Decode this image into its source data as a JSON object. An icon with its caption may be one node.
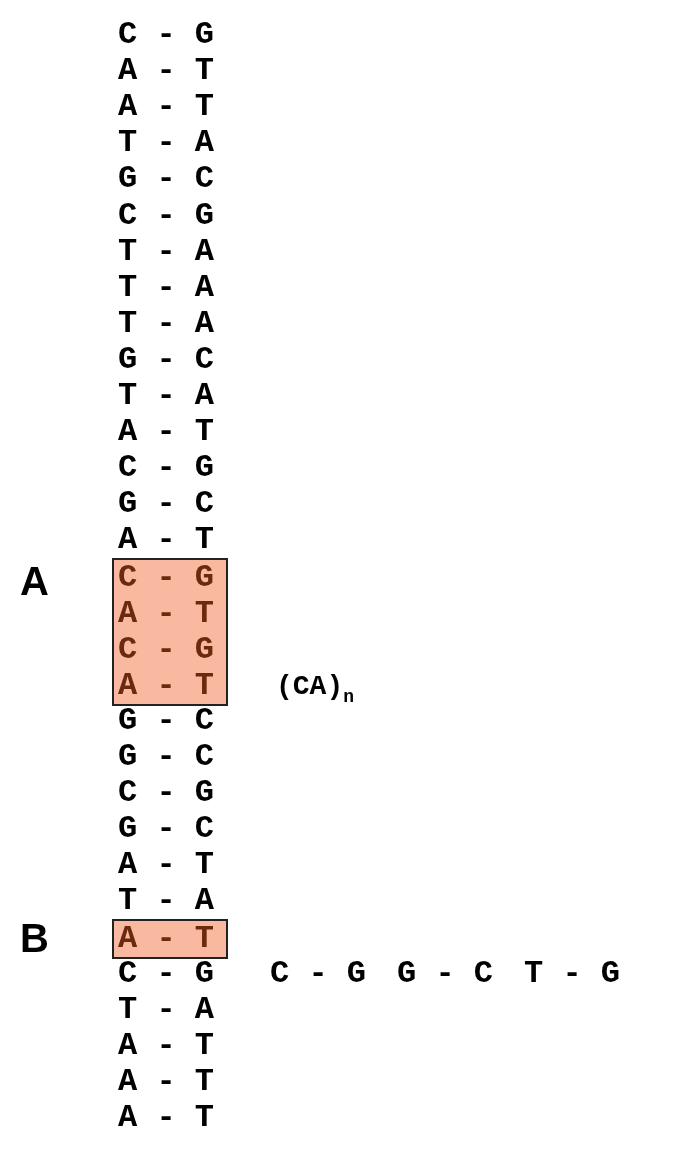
{
  "diagram": {
    "nodes": [
      {
        "text": [
          "C - G",
          "A - T",
          "C - G",
          "A - T"
        ],
        "beside": [
          "A",
          "(CA)$_{n}$"
        ]
      },
      {
        "text": [
          "A - T"
        ],
        "beside": [
          "B"
        ]
      }
    ],
    "labels": [
      "C - G",
      "A - T",
      "A - T",
      "T - A",
      "G - C",
      "C - G",
      "T - A",
      "T - A",
      "T - A",
      "G - C",
      "T - A",
      "A - T",
      "C - G",
      "G - C",
      "A - T",
      "G - C",
      "G - C",
      "C - G",
      "G - C",
      "A - T",
      "T - A",
      "C - G",
      "G - C",
      "T - G",
      "C - G",
      "T - A",
      "A - T",
      "A - T",
      "A - T"
    ]
  }
}
